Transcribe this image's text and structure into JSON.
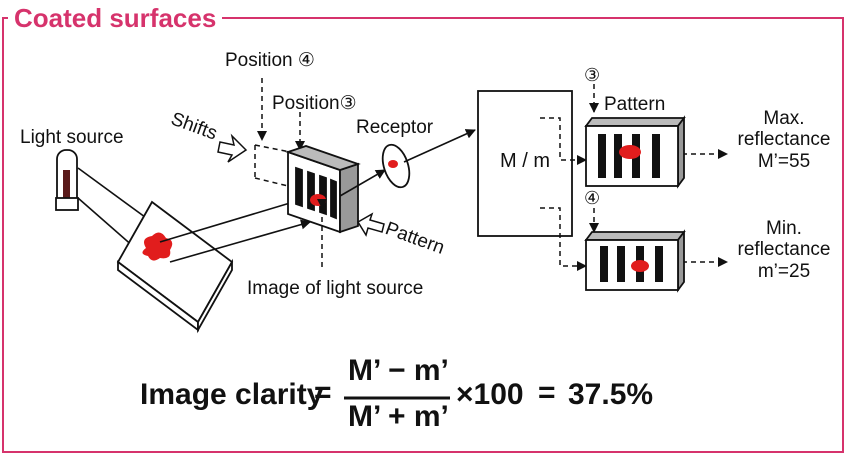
{
  "title": "Coated surfaces",
  "labels": {
    "position4": "Position ④",
    "position3": "Position③",
    "shifts": "Shifts",
    "light_source": "Light source",
    "receptor": "Receptor",
    "pattern_left": "Pattern",
    "image_of_light_source": "Image of light source",
    "box": "M / m",
    "circle3": "③",
    "circle4": "④",
    "pattern_top": "Pattern",
    "max_line1": "Max.",
    "max_line2": "reflectance",
    "max_value": "M’=55",
    "min_line1": "Min.",
    "min_line2": "reflectance",
    "min_value": "m’=25"
  },
  "formula": {
    "name": "Image clarity",
    "equals": "=",
    "numerator": "M’ − m’",
    "denominator": "M’ + m’",
    "multiplier": "×100",
    "equals2": "=",
    "result": "37.5%"
  },
  "colors": {
    "accent": "#d6336c",
    "spot": "#e11d1d",
    "ink": "#111111"
  },
  "icons": {
    "lamp": "light-bulb-icon",
    "arrow": "hollow-arrow-icon"
  }
}
